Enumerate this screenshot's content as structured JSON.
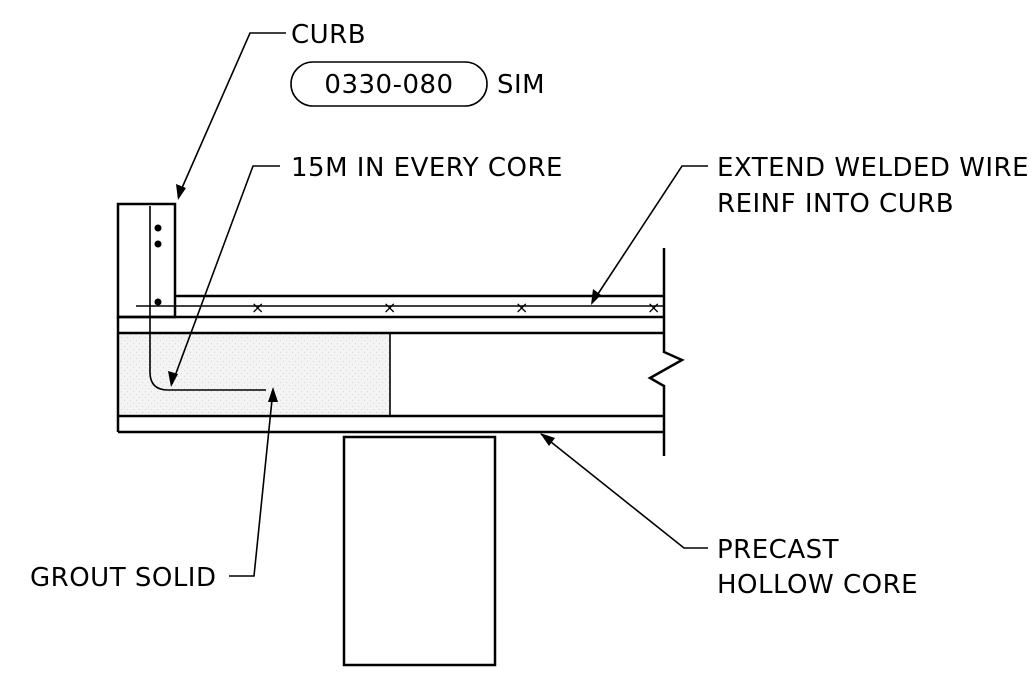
{
  "labels": {
    "curb": "CURB",
    "detail_ref": "0330-080",
    "detail_ref_suffix": "SIM",
    "rebar": "15M IN EVERY CORE",
    "wire_line1": "EXTEND WELDED WIRE",
    "wire_line2": "REINF INTO CURB",
    "grout": "GROUT SOLID",
    "precast_line1": "PRECAST",
    "precast_line2": "HOLLOW CORE"
  },
  "wire_marker": "×",
  "colors": {
    "line": "#000000",
    "background": "#ffffff",
    "grout_fill": "#f2f2f2"
  }
}
